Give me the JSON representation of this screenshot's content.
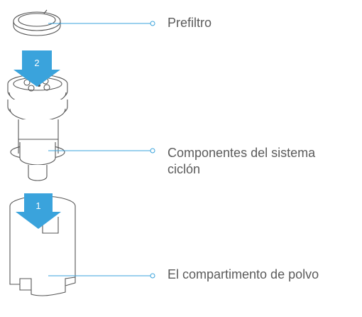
{
  "callouts": {
    "prefilter": "Prefiltro",
    "cyclone_line1": "Componentes del sistema",
    "cyclone_line2": "ciclón",
    "dust_bin": "El compartimento de polvo"
  },
  "steps": {
    "step_top": "2",
    "step_bottom": "1"
  },
  "colors": {
    "arrow": "#3aa3dc",
    "leader_line": "#3aa3dc",
    "outline": "#555555",
    "text": "#5b5b5b"
  }
}
